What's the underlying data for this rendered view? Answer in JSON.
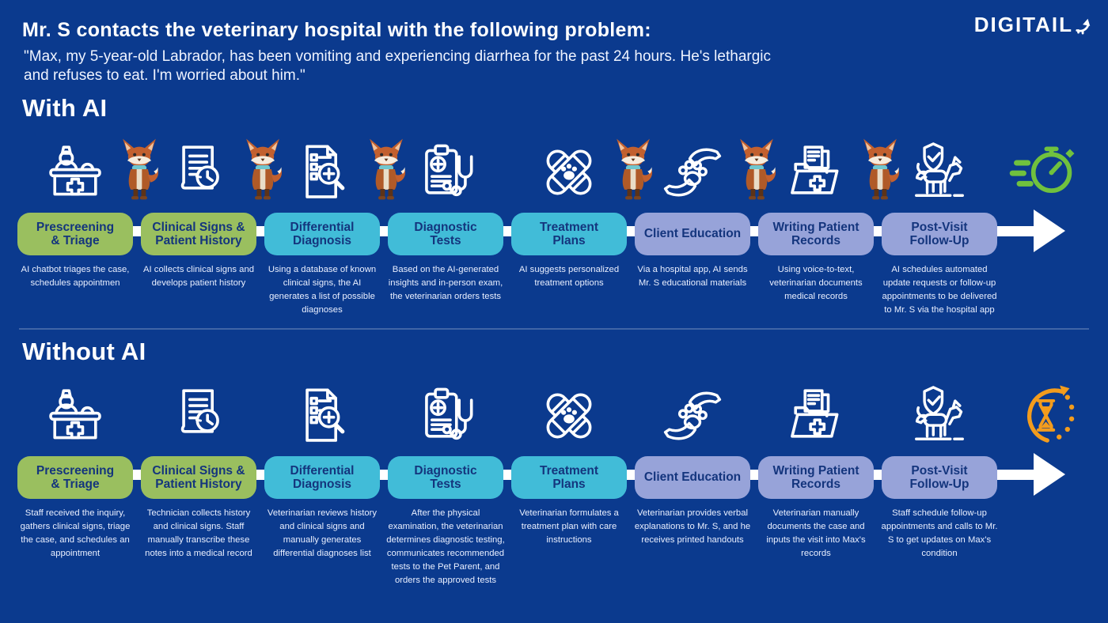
{
  "header": {
    "title": "Mr. S contacts the veterinary hospital with the following problem:",
    "quote": "\"Max, my 5-year-old Labrador, has been vomiting and experiencing diarrhea for the past 24 hours. He's lethargic and refuses to eat. I'm worried about him.\"",
    "logo_text": "DIGITAIL"
  },
  "colors": {
    "background": "#0b3a8e",
    "pill_green": "#9abf5f",
    "pill_teal": "#41bcd8",
    "pill_periwinkle": "#97a3d9",
    "pill_text": "#14357d",
    "stopwatch_green": "#70c13e",
    "hourglass_orange": "#f39c1d",
    "timeline_white": "#ffffff"
  },
  "sections": [
    {
      "title": "With AI",
      "outcome_icon": "fast-stopwatch-icon",
      "steps": [
        {
          "label": "Prescreening\n& Triage",
          "icon": "reception-desk",
          "color": "green",
          "has_mascot": true,
          "description": "AI chatbot triages the case, schedules appointmen"
        },
        {
          "label": "Clinical Signs &\nPatient History",
          "icon": "document-history-clock",
          "color": "green",
          "has_mascot": true,
          "description": "AI collects clinical signs and develops patient history"
        },
        {
          "label": "Differential\nDiagnosis",
          "icon": "checklist-magnifier",
          "color": "teal",
          "has_mascot": true,
          "description": "Using a database of known clinical signs, the AI generates a list of possible diagnoses"
        },
        {
          "label": "Diagnostic\nTests",
          "icon": "clipboard-stethoscope",
          "color": "teal",
          "has_mascot": false,
          "description": "Based on the AI-generated insights and in-person exam, the veterinarian orders tests"
        },
        {
          "label": "Treatment\nPlans",
          "icon": "bandages-paw",
          "color": "teal",
          "has_mascot": true,
          "description": "AI suggests personalized treatment options"
        },
        {
          "label": "Client Education",
          "icon": "hands-paw",
          "color": "peri",
          "has_mascot": true,
          "description": "Via a hospital app, AI sends Mr. S educational materials"
        },
        {
          "label": "Writing Patient\nRecords",
          "icon": "medical-records-folder",
          "color": "peri",
          "has_mascot": true,
          "description": "Using voice-to-text, veterinarian documents medical records"
        },
        {
          "label": "Post-Visit\nFollow-Up",
          "icon": "dog-shield-check",
          "color": "peri",
          "has_mascot": false,
          "description": "AI schedules automated update requests or follow-up appointments to be delivered to Mr. S via the hospital app"
        }
      ]
    },
    {
      "title": "Without AI",
      "outcome_icon": "slow-hourglass-icon",
      "steps": [
        {
          "label": "Prescreening\n& Triage",
          "icon": "reception-desk",
          "color": "green",
          "has_mascot": false,
          "description": "Staff received the inquiry, gathers clinical signs, triage the case, and schedules an appointment"
        },
        {
          "label": "Clinical Signs &\nPatient History",
          "icon": "document-history-clock",
          "color": "green",
          "has_mascot": false,
          "description": "Technician collects history and clinical signs. Staff manually transcribe these notes into a medical record"
        },
        {
          "label": "Differential\nDiagnosis",
          "icon": "checklist-magnifier",
          "color": "teal",
          "has_mascot": false,
          "description": "Veterinarian reviews history and clinical signs and manually generates differential diagnoses list"
        },
        {
          "label": "Diagnostic\nTests",
          "icon": "clipboard-stethoscope",
          "color": "teal",
          "has_mascot": false,
          "description": "After the physical examination, the veterinarian determines diagnostic testing, communicates recommended tests to the Pet Parent, and orders the approved tests"
        },
        {
          "label": "Treatment\nPlans",
          "icon": "bandages-paw",
          "color": "teal",
          "has_mascot": false,
          "description": "Veterinarian formulates a treatment plan with care instructions"
        },
        {
          "label": "Client Education",
          "icon": "hands-paw",
          "color": "peri",
          "has_mascot": false,
          "description": "Veterinarian provides verbal explanations to Mr. S, and he receives printed handouts"
        },
        {
          "label": "Writing Patient\nRecords",
          "icon": "medical-records-folder",
          "color": "peri",
          "has_mascot": false,
          "description": "Veterinarian manually documents the case and inputs the visit into Max's records"
        },
        {
          "label": "Post-Visit\nFollow-Up",
          "icon": "dog-shield-check",
          "color": "peri",
          "has_mascot": false,
          "description": "Staff schedule follow-up appointments and calls to Mr. S to get updates on Max's condition"
        }
      ]
    }
  ]
}
